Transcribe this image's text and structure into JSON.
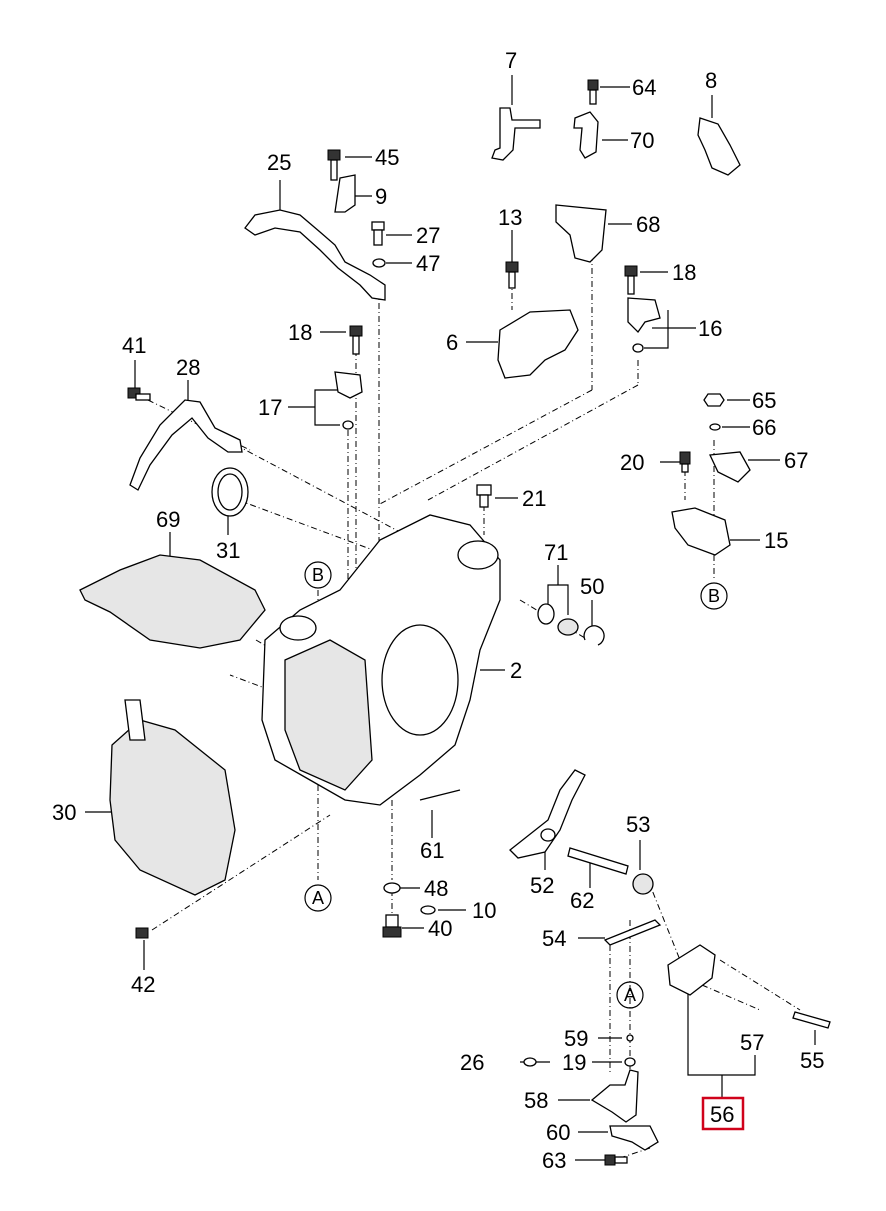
{
  "callouts": {
    "c2": "2",
    "c6": "6",
    "c7": "7",
    "c8": "8",
    "c9": "9",
    "c10": "10",
    "c13": "13",
    "c15": "15",
    "c16": "16",
    "c17": "17",
    "c18a": "18",
    "c18b": "18",
    "c19": "19",
    "c20": "20",
    "c21": "21",
    "c25": "25",
    "c26": "26",
    "c27": "27",
    "c28": "28",
    "c30": "30",
    "c31": "31",
    "c40": "40",
    "c41": "41",
    "c42": "42",
    "c45": "45",
    "c47": "47",
    "c48": "48",
    "c50": "50",
    "c52": "52",
    "c53": "53",
    "c54": "54",
    "c55": "55",
    "c56": "56",
    "c57": "57",
    "c58": "58",
    "c59": "59",
    "c60": "60",
    "c61": "61",
    "c62": "62",
    "c63": "63",
    "c64": "64",
    "c65": "65",
    "c66": "66",
    "c67": "67",
    "c68": "68",
    "c69": "69",
    "c70": "70",
    "c71": "71"
  },
  "refs": {
    "a1": "A",
    "a2": "A",
    "b1": "B",
    "b2": "B"
  },
  "highlight": {
    "part": "56",
    "color": "#d0021b"
  }
}
